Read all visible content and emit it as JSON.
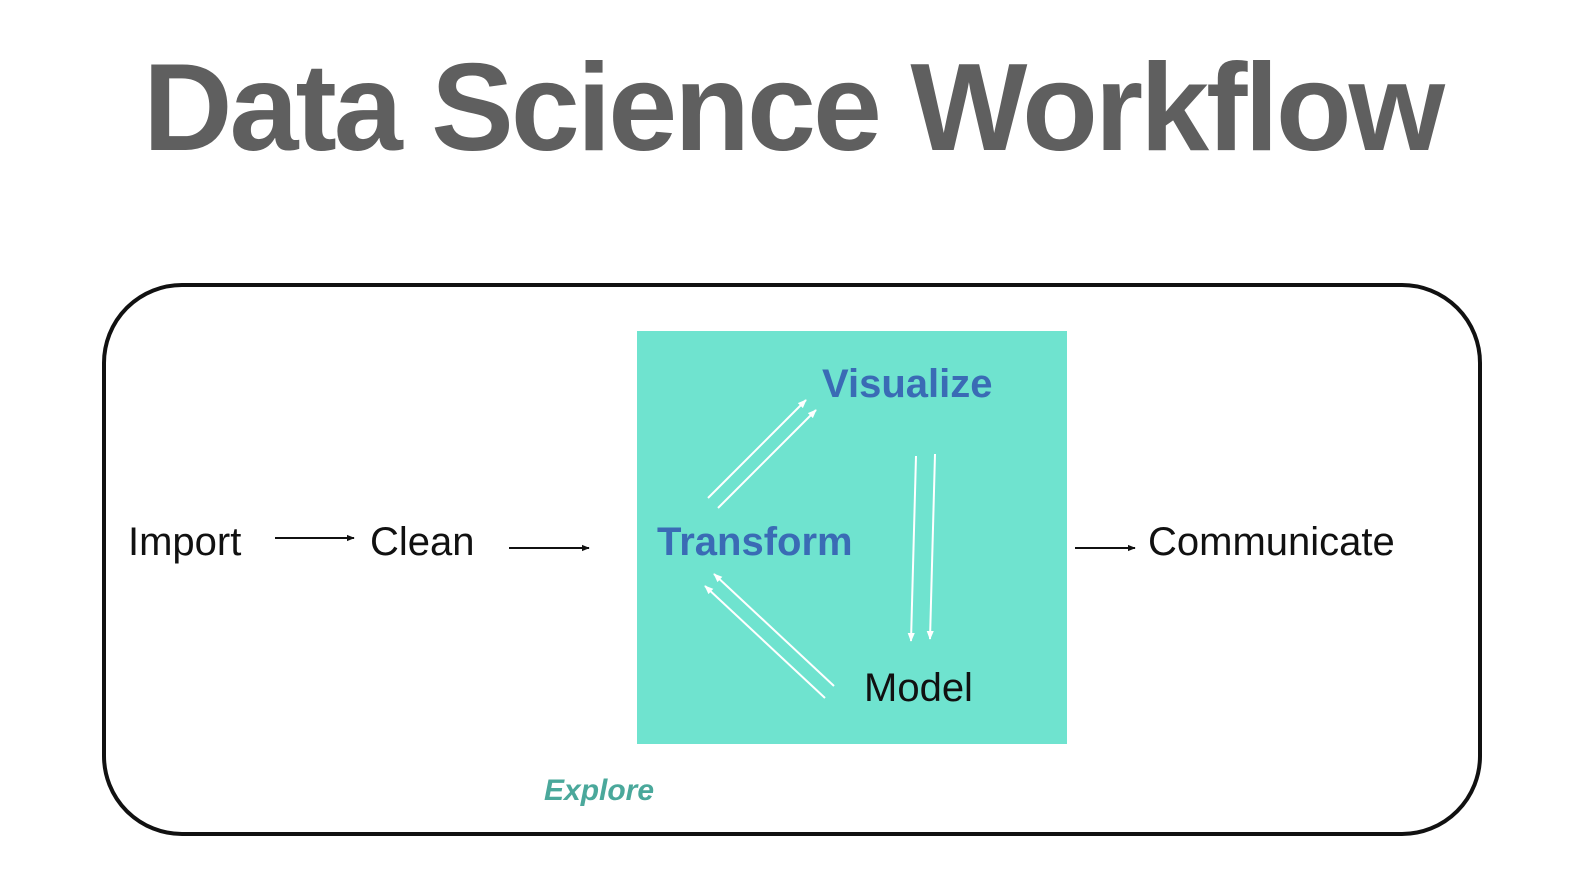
{
  "title": "Data Science Workflow",
  "nodes": {
    "import": "Import",
    "clean": "Clean",
    "transform": "Transform",
    "visualize": "Visualize",
    "model": "Model",
    "communicate": "Communicate"
  },
  "explore_label": "Explore",
  "colors": {
    "title": "#5f5f5f",
    "explore_fill": "#6fe3cf",
    "highlight_text": "#3a6bb5",
    "explore_label": "#4aa89b",
    "inner_arrows": "#ffffff",
    "outer_arrows": "#111111"
  }
}
